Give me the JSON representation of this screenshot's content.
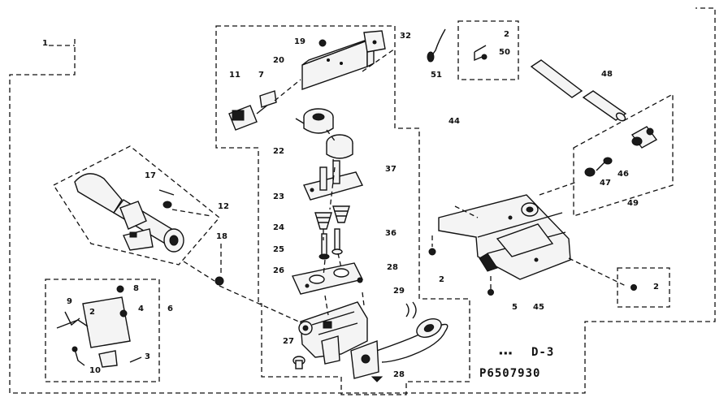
{
  "diagram": {
    "sheet_id": "D-3",
    "catalog_number": "P6507930",
    "small_mark": "▪▪▪",
    "part_callouts": [
      "1",
      "2",
      "2",
      "2",
      "2",
      "3",
      "4",
      "5",
      "6",
      "7",
      "8",
      "9",
      "10",
      "11",
      "12",
      "17",
      "18",
      "19",
      "20",
      "22",
      "23",
      "24",
      "25",
      "26",
      "27",
      "28",
      "28",
      "29",
      "32",
      "36",
      "37",
      "44",
      "45",
      "46",
      "47",
      "48",
      "49",
      "50",
      "51"
    ]
  }
}
